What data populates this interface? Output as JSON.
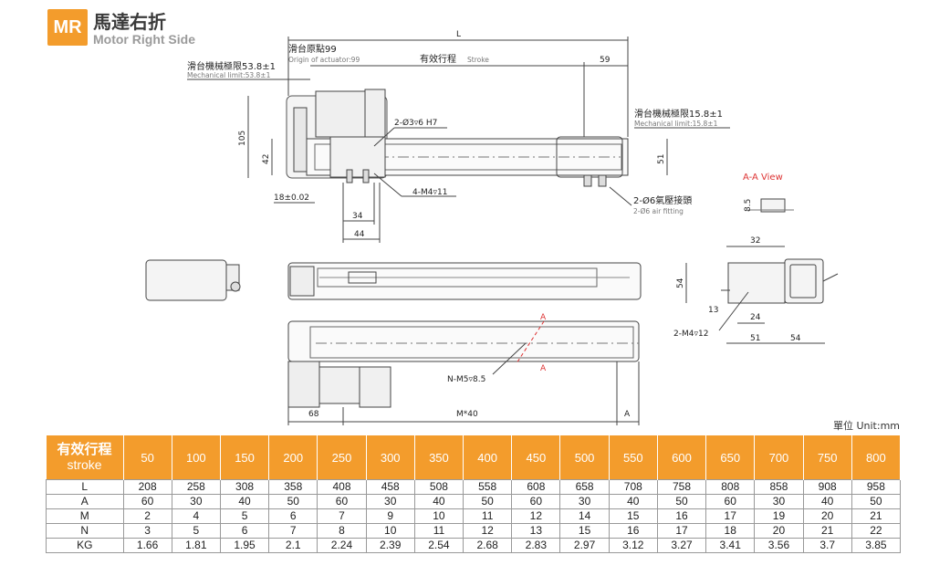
{
  "header": {
    "badge": "MR",
    "title": "馬達右折",
    "subtitle": "Motor Right Side"
  },
  "labels": {
    "L": "L",
    "slider_origin": "滑台原點99",
    "origin_en": "Origin of actuator:99",
    "stroke_cn": "有效行程",
    "stroke_en": "Stroke",
    "dim_59": "59",
    "mech_left": "滑台機械極限53.8±1",
    "mech_left_en": "Mechanical limit:53.8±1",
    "mech_right": "滑台機械極限15.8±1",
    "mech_right_en": "Mechanical limit:15.8±1",
    "hole": "2-Ø3▿6 H7",
    "d105": "105",
    "d42": "42",
    "d51": "51",
    "d18": "18±0.02",
    "m4": "4-M4▿11",
    "d34": "34",
    "d44": "44",
    "fitting": "2-Ø6氣壓接頭",
    "fitting_en": "2-Ø6 air fitting",
    "aa_view": "A-A View",
    "d8_5": "8.5",
    "d32": "32",
    "d54v": "54",
    "d13": "13",
    "d24": "24",
    "m4_12": "2-M4▿12",
    "d51b": "51",
    "d54h": "54",
    "sectA1": "A",
    "sectA2": "A",
    "nm5": "N-M5▿8.5",
    "d68": "68",
    "m40": "M*40",
    "dimA": "A",
    "unit": "單位 Unit:mm"
  },
  "table": {
    "head_cn": "有效行程",
    "head_en": "stroke",
    "strokes": [
      "50",
      "100",
      "150",
      "200",
      "250",
      "300",
      "350",
      "400",
      "450",
      "500",
      "550",
      "600",
      "650",
      "700",
      "750",
      "800"
    ],
    "rows": [
      {
        "label": "L",
        "values": [
          "208",
          "258",
          "308",
          "358",
          "408",
          "458",
          "508",
          "558",
          "608",
          "658",
          "708",
          "758",
          "808",
          "858",
          "908",
          "958"
        ]
      },
      {
        "label": "A",
        "values": [
          "60",
          "30",
          "40",
          "50",
          "60",
          "30",
          "40",
          "50",
          "60",
          "30",
          "40",
          "50",
          "60",
          "30",
          "40",
          "50"
        ]
      },
      {
        "label": "M",
        "values": [
          "2",
          "4",
          "5",
          "6",
          "7",
          "9",
          "10",
          "11",
          "12",
          "14",
          "15",
          "16",
          "17",
          "19",
          "20",
          "21"
        ]
      },
      {
        "label": "N",
        "values": [
          "3",
          "5",
          "6",
          "7",
          "8",
          "10",
          "11",
          "12",
          "13",
          "15",
          "16",
          "17",
          "18",
          "20",
          "21",
          "22"
        ]
      },
      {
        "label": "KG",
        "values": [
          "1.66",
          "1.81",
          "1.95",
          "2.1",
          "2.24",
          "2.39",
          "2.54",
          "2.68",
          "2.83",
          "2.97",
          "3.12",
          "3.27",
          "3.41",
          "3.56",
          "3.7",
          "3.85"
        ]
      }
    ]
  }
}
